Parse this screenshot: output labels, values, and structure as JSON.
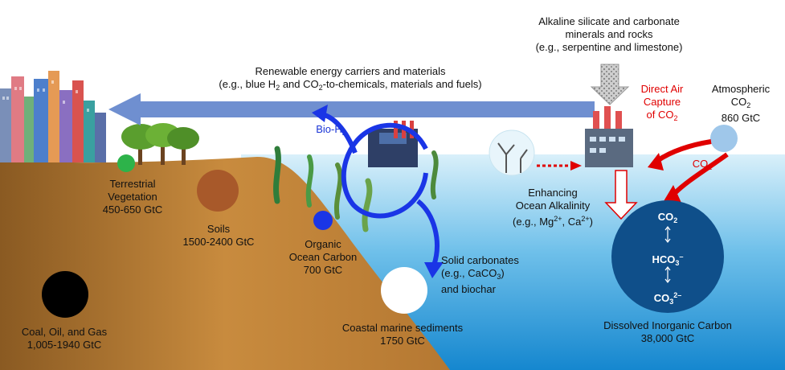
{
  "top_right": {
    "line1": "Alkaline silicate and carbonate",
    "line2": "minerals and rocks",
    "line3": "(e.g., serpentine and limestone)"
  },
  "renewable": {
    "line1": "Renewable energy carriers and materials",
    "line2_pre": "(e.g., blue H",
    "line2_sub": "2",
    "line2_mid": " and CO",
    "line2_sub2": "2",
    "line2_post": "-to-chemicals, materials and fuels)"
  },
  "dac": {
    "line1": "Direct Air",
    "line2": "Capture",
    "line3_pre": "of CO",
    "line3_sub": "2"
  },
  "atmospheric": {
    "line1": "Atmospheric",
    "line2_pre": "CO",
    "line2_sub": "2",
    "line3": "860 GtC"
  },
  "co2_flow": {
    "pre": "CO",
    "sub": "2"
  },
  "bio_h2": {
    "pre": "Bio-H",
    "sub": "2"
  },
  "terrestrial": {
    "line1": "Terrestrial",
    "line2": "Vegetation",
    "line3": "450-650 GtC"
  },
  "soils": {
    "line1": "Soils",
    "line2": "1500-2400 GtC"
  },
  "organic": {
    "line1": "Organic",
    "line2": "Ocean Carbon",
    "line3": "700 GtC"
  },
  "solid": {
    "line1": "Solid carbonates",
    "line2_pre": "(e.g., CaCO",
    "line2_sub": "3",
    "line2_post": ")",
    "line3": "and biochar"
  },
  "enhancing": {
    "line1": "Enhancing",
    "line2": "Ocean Alkalinity",
    "line3_pre": "(e.g., Mg",
    "line3_sup": "2+",
    "line3_mid": ", Ca",
    "line3_sup2": "2+",
    "line3_post": ")"
  },
  "dic_circle": {
    "co2_pre": "CO",
    "co2_sub": "2",
    "hco3_pre": "HCO",
    "hco3_sub": "3",
    "hco3_sup": "–",
    "co3_pre": "CO",
    "co3_sub": "3",
    "co3_sup": "2–"
  },
  "dic": {
    "line1": "Dissolved Inorganic Carbon",
    "line2": "38,000 GtC"
  },
  "coal": {
    "line1": "Coal, Oil, and Gas",
    "line2": "1,005-1940 GtC"
  },
  "coastal": {
    "line1": "Coastal marine sediments",
    "line2": "1750 GtC"
  },
  "colors": {
    "sky": "#ffffff",
    "ocean_top": "#d6eef8",
    "ocean_bottom": "#1a8fd0",
    "soil_light": "#c58a3e",
    "soil_dark": "#8a5a22",
    "big_arrow": "#6f8fd0",
    "flow_blue": "#1a35e6",
    "flow_red": "#e00000",
    "dic_circle": "#0f4f8a",
    "atmo_circle": "#9fc7ea",
    "terrestrial_dot": "#2db34a",
    "soils_dot": "#a8592a",
    "organic_dot": "#1a35e6"
  }
}
